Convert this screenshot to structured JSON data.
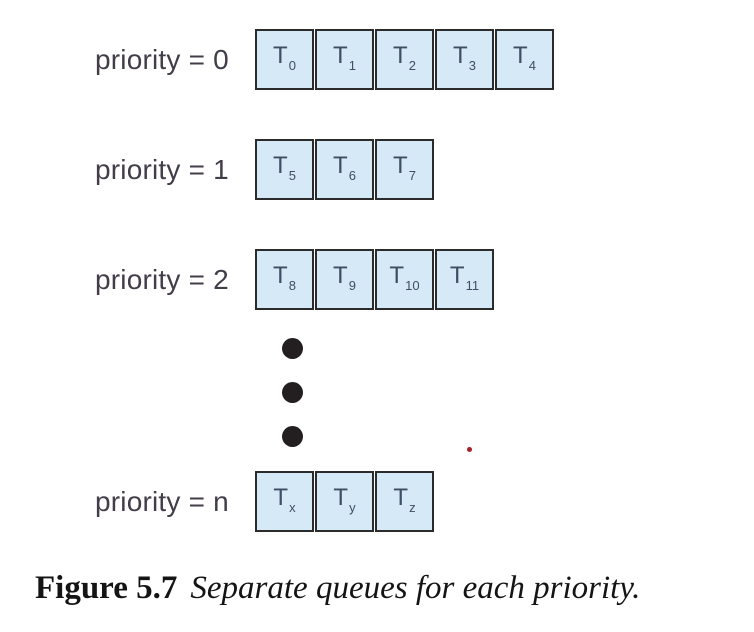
{
  "figure": {
    "queues": [
      {
        "label": "priority = 0",
        "tasks": [
          {
            "base": "T",
            "sub": "0"
          },
          {
            "base": "T",
            "sub": "1"
          },
          {
            "base": "T",
            "sub": "2"
          },
          {
            "base": "T",
            "sub": "3"
          },
          {
            "base": "T",
            "sub": "4"
          }
        ]
      },
      {
        "label": "priority = 1",
        "tasks": [
          {
            "base": "T",
            "sub": "5"
          },
          {
            "base": "T",
            "sub": "6"
          },
          {
            "base": "T",
            "sub": "7"
          }
        ]
      },
      {
        "label": "priority = 2",
        "tasks": [
          {
            "base": "T",
            "sub": "8"
          },
          {
            "base": "T",
            "sub": "9"
          },
          {
            "base": "T",
            "sub": "10"
          },
          {
            "base": "T",
            "sub": "11"
          }
        ]
      },
      {
        "label": "priority = n",
        "tasks": [
          {
            "base": "T",
            "sub": "x"
          },
          {
            "base": "T",
            "sub": "y"
          },
          {
            "base": "T",
            "sub": "z"
          }
        ]
      }
    ],
    "ellipsis": {
      "dots": 3
    },
    "caption": {
      "label": "Figure 5.7",
      "text": "Separate queues for each priority."
    },
    "colors": {
      "box_fill": "#d6e9f6",
      "box_border": "#2b2b2b",
      "task_text": "#3f4e63",
      "label_text": "#423d49",
      "dot": "#231f20",
      "caption_text": "#141414",
      "stray_dot": "#a7202a"
    }
  }
}
